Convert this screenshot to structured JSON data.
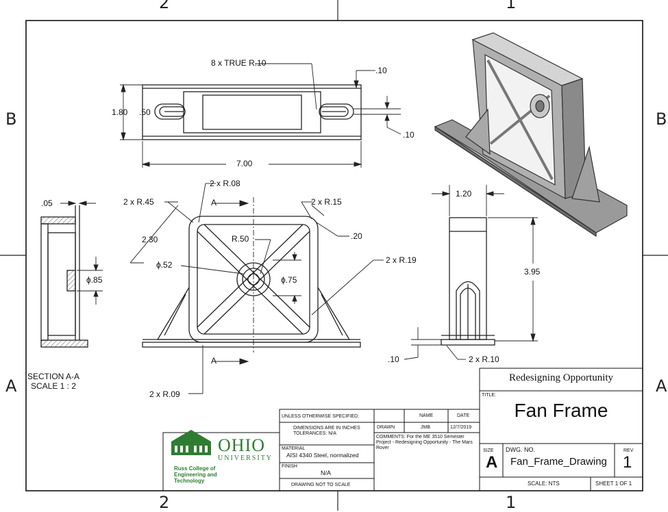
{
  "zones": {
    "top": [
      "2",
      "1"
    ],
    "bottom": [
      "2",
      "1"
    ],
    "left": [
      "B",
      "A"
    ],
    "right": [
      "B",
      "A"
    ]
  },
  "dims": {
    "true_radius": "8 x TRUE R.10",
    "d_top_10": ".10",
    "d_right_10": ".10",
    "d_height": "1.80",
    "d_50": ".50",
    "d_width": "7.00",
    "r08": "2 x R.08",
    "r45": "2 x R.45",
    "r15": "2 x R.15",
    "d05": ".05",
    "d20": ".20",
    "d230": "2.30",
    "r50": "R.50",
    "phi52": "ϕ.52",
    "phi85": "ϕ.85",
    "phi75": "ϕ.75",
    "r19": "2 x R.19",
    "r09": "2 x R.09",
    "d120": "1.20",
    "d395": "3.95",
    "d_bottom_10": ".10",
    "r10": "2 x R.10",
    "section_a_top": "A",
    "section_a_bottom": "A"
  },
  "section_label": {
    "line1": "SECTION A-A",
    "line2": "SCALE 1 : 2"
  },
  "logo": {
    "name": "OHIO",
    "sub": "UNIVERSITY",
    "college1": "Russ College of",
    "college2": "Engineering and",
    "college3": "Technology"
  },
  "title_block": {
    "unless": "UNLESS OTHERWISE SPECIFIED:",
    "dims_in": "DIMENSIONS ARE IN INCHES",
    "tolerances": "TOLERANCES: N/A",
    "material_label": "MATERIAL",
    "material": "AISI 4340 Steel, normalized",
    "finish_label": "FINISH",
    "finish": "N/A",
    "not_to_scale": "DRAWING NOT TO SCALE",
    "name_hdr": "NAME",
    "date_hdr": "DATE",
    "drawn_label": "DRAWN",
    "drawn_name": "JMB",
    "drawn_date": "12/7/2019",
    "comments": "COMMENTS: For the ME 3510 Semester Project - Redesigning Opportunity - The Mars Rover",
    "company": "Redesigning Opportunity",
    "title_label": "TITLE:",
    "title": "Fan Frame",
    "size_label": "SIZE",
    "size": "A",
    "dwg_label": "DWG.  NO.",
    "dwg": "Fan_Frame_Drawing",
    "rev_label": "REV",
    "rev": "1",
    "scale": "SCALE: NTS",
    "sheet": "SHEET 1 OF 1"
  }
}
